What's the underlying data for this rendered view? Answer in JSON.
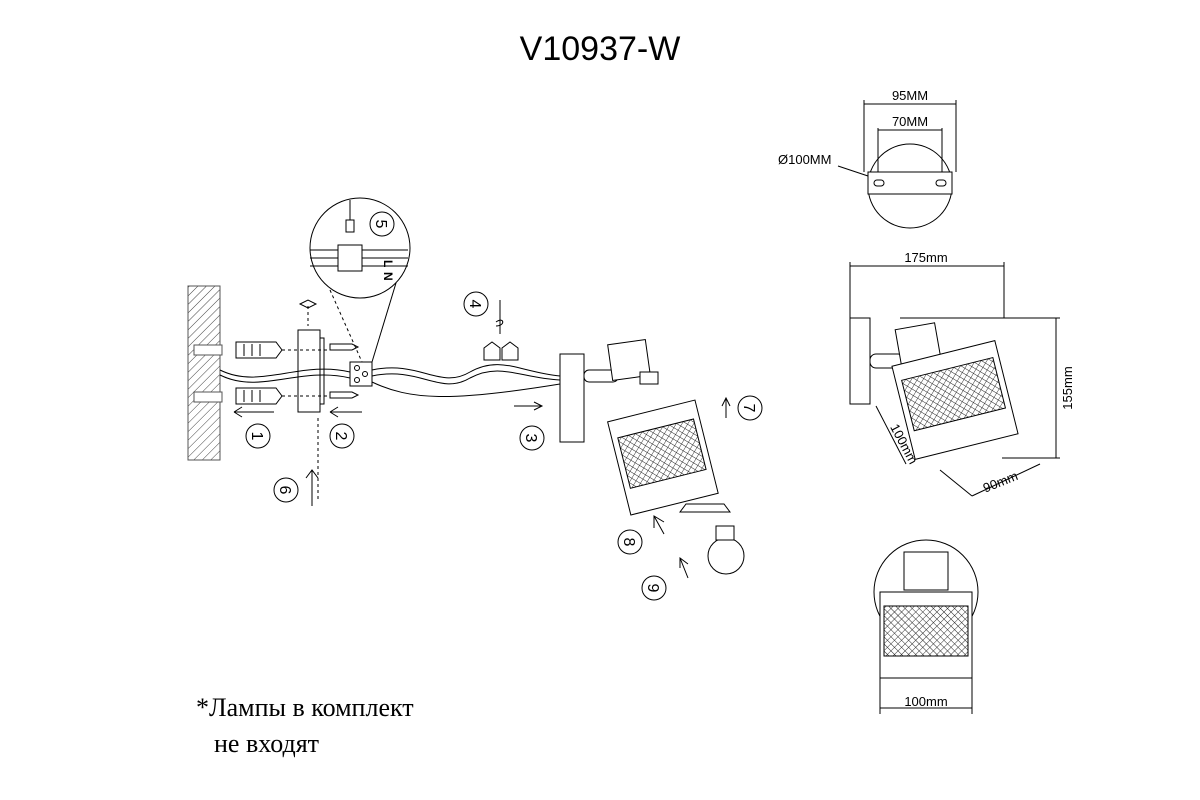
{
  "title": "V10937-W",
  "note": {
    "line1": "*Лампы в комплект",
    "line2": "не входят"
  },
  "steps": [
    "1",
    "2",
    "3",
    "4",
    "5",
    "6",
    "7",
    "8",
    "9"
  ],
  "wiring": {
    "n": "N",
    "l": "L"
  },
  "dims": {
    "mount_outer": "95MM",
    "mount_inner": "70MM",
    "mount_diameter": "Ø100MM",
    "side_width": "175mm",
    "side_height": "155mm",
    "shade_length": "100mm",
    "shade_width": "90mm",
    "front_width": "100mm"
  }
}
